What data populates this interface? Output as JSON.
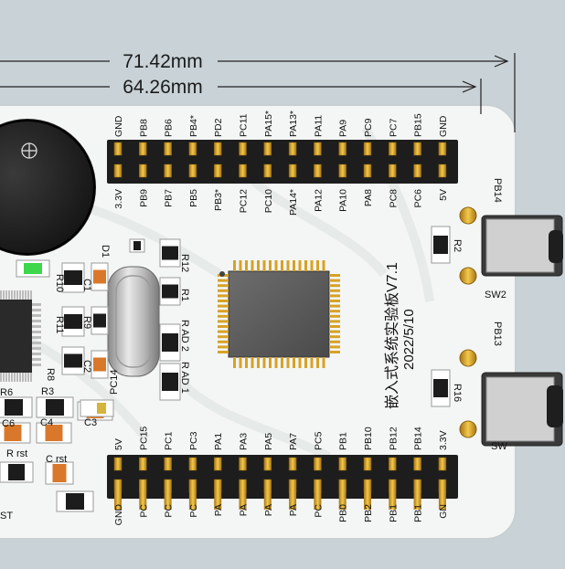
{
  "dimensions": {
    "outer": "71.42mm",
    "inner": "64.26mm"
  },
  "top_header": {
    "upper_row": [
      "GND",
      "PB8",
      "PB6",
      "PB4*",
      "PD2",
      "PC11",
      "PA15*",
      "PA13*",
      "PA11",
      "PA9",
      "PC9",
      "PC7",
      "PB15",
      "GND"
    ],
    "lower_row": [
      "3.3V",
      "PB9",
      "PB7",
      "PB5",
      "PB3*",
      "PC12",
      "PC10",
      "PA14*",
      "PA12",
      "PA10",
      "PA8",
      "PC8",
      "PC6",
      "5V"
    ]
  },
  "bottom_header": {
    "upper_row": [
      "5V",
      "PC15",
      "PC1",
      "PC3",
      "PA1",
      "PA3",
      "PA5",
      "PA7",
      "PC5",
      "PB1",
      "PB10",
      "PB12",
      "PB14",
      "3.3V"
    ],
    "lower_row": [
      "GND",
      "PC1",
      "PC0",
      "PC2",
      "PA0",
      "PA2",
      "PA4",
      "PA6",
      "PC4",
      "PB0",
      "PB2",
      "PB11",
      "PB13",
      "GND"
    ],
    "lower_row_visible": [
      "GND",
      "PC",
      "PC",
      "PC",
      "PA",
      "PA",
      "PA",
      "PA",
      "PC",
      "PB0",
      "PB2",
      "PB1",
      "PB1",
      "GN"
    ]
  },
  "silkscreen": {
    "board_title": "嵌入式系统实验板V7.1",
    "date": "2022/5/10",
    "labels": {
      "d1": "D1",
      "r10": "R10",
      "c1": "C1",
      "r11": "R11",
      "r9": "R9",
      "c2": "C2",
      "r8": "R8",
      "r12": "R12",
      "r1": "R1",
      "rad2": "R AD 2",
      "rad1": "R AD 1",
      "r6": "R6",
      "r3": "R3",
      "c6": "C6",
      "c4": "C4",
      "c3": "C3",
      "pc14": "PC14",
      "rrst": "R rst",
      "crst": "C rst",
      "rst": "ST",
      "pb14": "PB14",
      "r2": "R2",
      "sw2": "SW2",
      "pb13": "PB13",
      "r16": "R16",
      "sw_partial": "SW"
    }
  },
  "colors": {
    "board": "#f3f5f4",
    "background": "#c9d3d7",
    "header_plastic": "#1f1f1f",
    "pin_gold": "#d7a227",
    "chip": "#5a5a5a",
    "led": "#3ed64a"
  }
}
